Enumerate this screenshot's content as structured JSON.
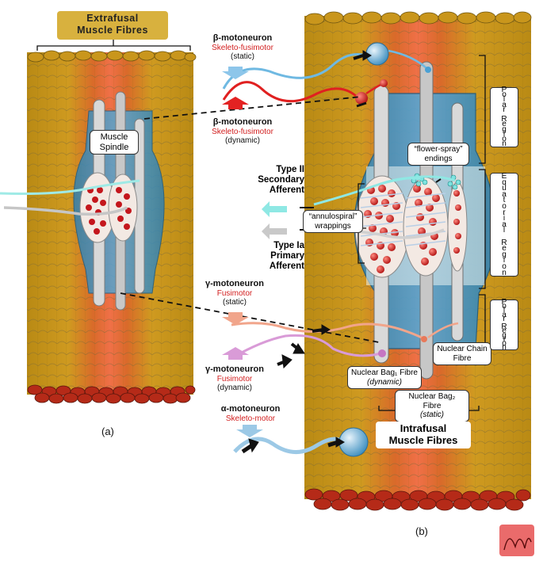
{
  "labels": {
    "extrafusal_line1": "Extrafusal",
    "extrafusal_line2": "Muscle Fibres",
    "muscle_spindle_line1": "Muscle",
    "muscle_spindle_line2": "Spindle",
    "panel_a": "(a)",
    "panel_b": "(b)",
    "flower_spray_line1": "“flower-spray”",
    "flower_spray_line2": "endings",
    "annulospiral_line1": "“annulospiral”",
    "annulospiral_line2": "wrappings",
    "nuclear_chain_line1": "Nuclear Chain",
    "nuclear_chain_line2": "Fibre",
    "nuclear_bag1_line1": "Nuclear Bag₁ Fibre",
    "nuclear_bag1_line2": "(dynamic)",
    "nuclear_bag2_line1": "Nuclear Bag₂ Fibre",
    "nuclear_bag2_line2": "(static)",
    "intrafusal_line1": "Intrafusal",
    "intrafusal_line2": "Muscle Fibres"
  },
  "afferents": {
    "type2_line1": "Type II",
    "type2_line2": "Secondary",
    "type2_line3": "Afferent",
    "type1a_line1": "Type Ia",
    "type1a_line2": "Primary",
    "type1a_line3": "Afferent"
  },
  "motoneurons": {
    "beta_static": {
      "name": "β-motoneuron",
      "sub": "Skeleto-fusimotor",
      "mode": "(static)"
    },
    "beta_dynamic": {
      "name": "β-motoneuron",
      "sub": "Skeleto-fusimotor",
      "mode": "(dynamic)"
    },
    "gamma_static": {
      "name": "γ-motoneuron",
      "sub": "Fusimotor",
      "mode": "(static)"
    },
    "gamma_dynamic": {
      "name": "γ-motoneuron",
      "sub": "Fusimotor",
      "mode": "(dynamic)"
    },
    "alpha": {
      "name": "α-motoneuron",
      "sub": "Skeleto-motor"
    }
  },
  "regions": {
    "polar_top": [
      "P",
      "o",
      "l",
      "a",
      "r",
      "",
      "R",
      "e",
      "g",
      "i",
      "o",
      "n"
    ],
    "equatorial": [
      "E",
      "q",
      "u",
      "a",
      "t",
      "o",
      "r",
      "i",
      "a",
      "l",
      "",
      "R",
      "e",
      "g",
      "i",
      "o",
      "n"
    ],
    "polar_bottom": [
      "P",
      "o",
      "l",
      "a",
      "r",
      "",
      "R",
      "e",
      "g",
      "i",
      "o",
      "n"
    ]
  },
  "colors": {
    "fibre_gold": "#c89a1c",
    "fibre_red": "#e0452c",
    "spindle_blue": "#3f93c4",
    "beta_static_blue": "#6fb9e2",
    "beta_dynamic_red": "#e02020",
    "gamma_static_salmon": "#f1a58b",
    "gamma_dynamic_pink": "#d99bd7",
    "type2_teal": "#7fe3e0",
    "type1a_grey": "#c9c9c9",
    "banner_gold": "#d8b13e"
  }
}
